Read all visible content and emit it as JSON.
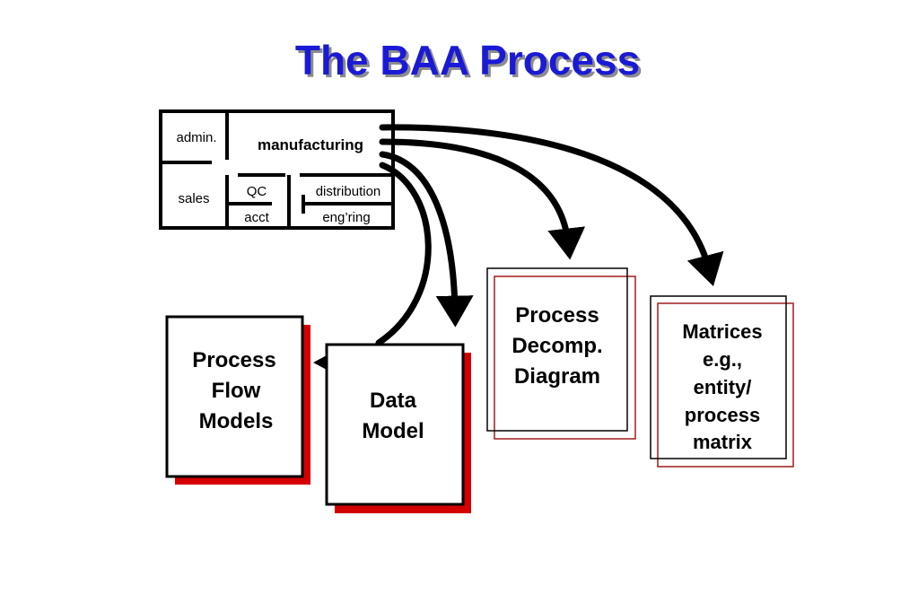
{
  "title": "The BAA Process",
  "floor_plan": {
    "rooms": {
      "admin": "admin.",
      "manufacturing": "manufacturing",
      "sales": "sales",
      "qc": "QC",
      "acct": "acct",
      "distribution": "distribution",
      "engring": "eng’ring"
    }
  },
  "models": {
    "process_flow": [
      "Process",
      "Flow",
      "Models"
    ],
    "data_model": [
      "Data",
      "Model"
    ],
    "process_decomp": [
      "Process",
      "Decomp.",
      "Diagram"
    ],
    "matrices": [
      "Matrices",
      "e.g.,",
      "entity/",
      "process",
      "matrix"
    ]
  },
  "colors": {
    "title": "#1a1ad6",
    "shadow_red": "#d40000",
    "outline_red": "#a01c1c",
    "stroke": "#000000"
  }
}
